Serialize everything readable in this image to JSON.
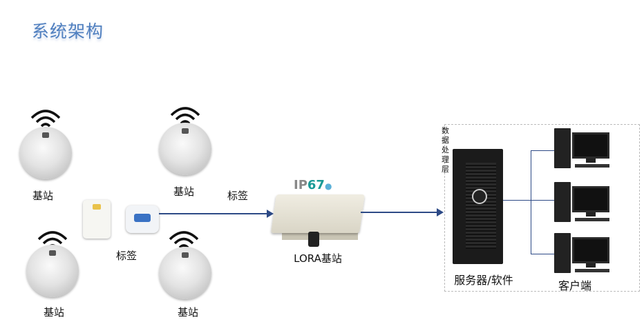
{
  "title": "系统架构",
  "stations": [
    {
      "label": "基站"
    },
    {
      "label": "基站"
    },
    {
      "label": "基站"
    },
    {
      "label": "基站"
    }
  ],
  "tag_label_left": "标签",
  "tag_label_arrow": "标签",
  "lora": {
    "badge_ip": "IP",
    "badge_rating": "67",
    "label": "LORA基站"
  },
  "data_layer_label": "数据处理层",
  "server_label": "服务器/软件",
  "client_label": "客户端",
  "colors": {
    "title": "#4f7fbf",
    "line": "#2d4a86"
  }
}
